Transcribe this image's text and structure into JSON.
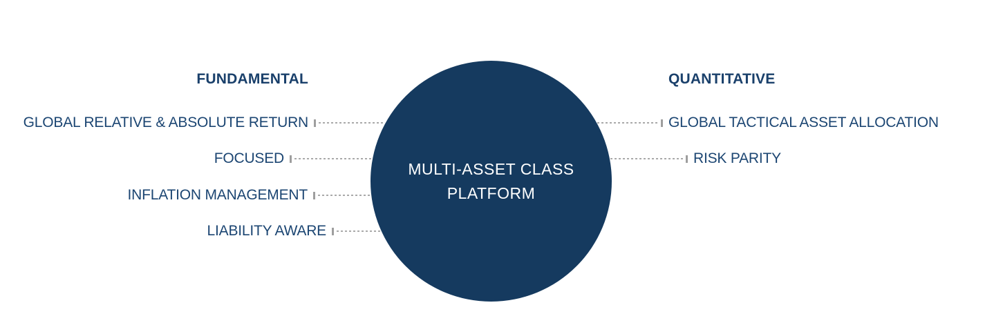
{
  "diagram": {
    "center": {
      "lines": [
        "MULTI-ASSET CLASS",
        "PLATFORM"
      ]
    },
    "left": {
      "header": "FUNDAMENTAL",
      "items": [
        {
          "label": "GLOBAL RELATIVE & ABSOLUTE RETURN"
        },
        {
          "label": "FOCUSED"
        },
        {
          "label": "INFLATION MANAGEMENT"
        },
        {
          "label": "LIABILITY AWARE"
        }
      ]
    },
    "right": {
      "header": "QUANTITATIVE",
      "items": [
        {
          "label": "GLOBAL TACTICAL ASSET ALLOCATION"
        },
        {
          "label": "RISK PARITY"
        }
      ]
    },
    "colors": {
      "circle_fill": "#153A5F",
      "circle_text": "#FFFFFF",
      "header_text": "#1A406B",
      "label_text": "#1B4572",
      "connector": "#A9A9A9",
      "background": "#FFFFFF"
    }
  }
}
